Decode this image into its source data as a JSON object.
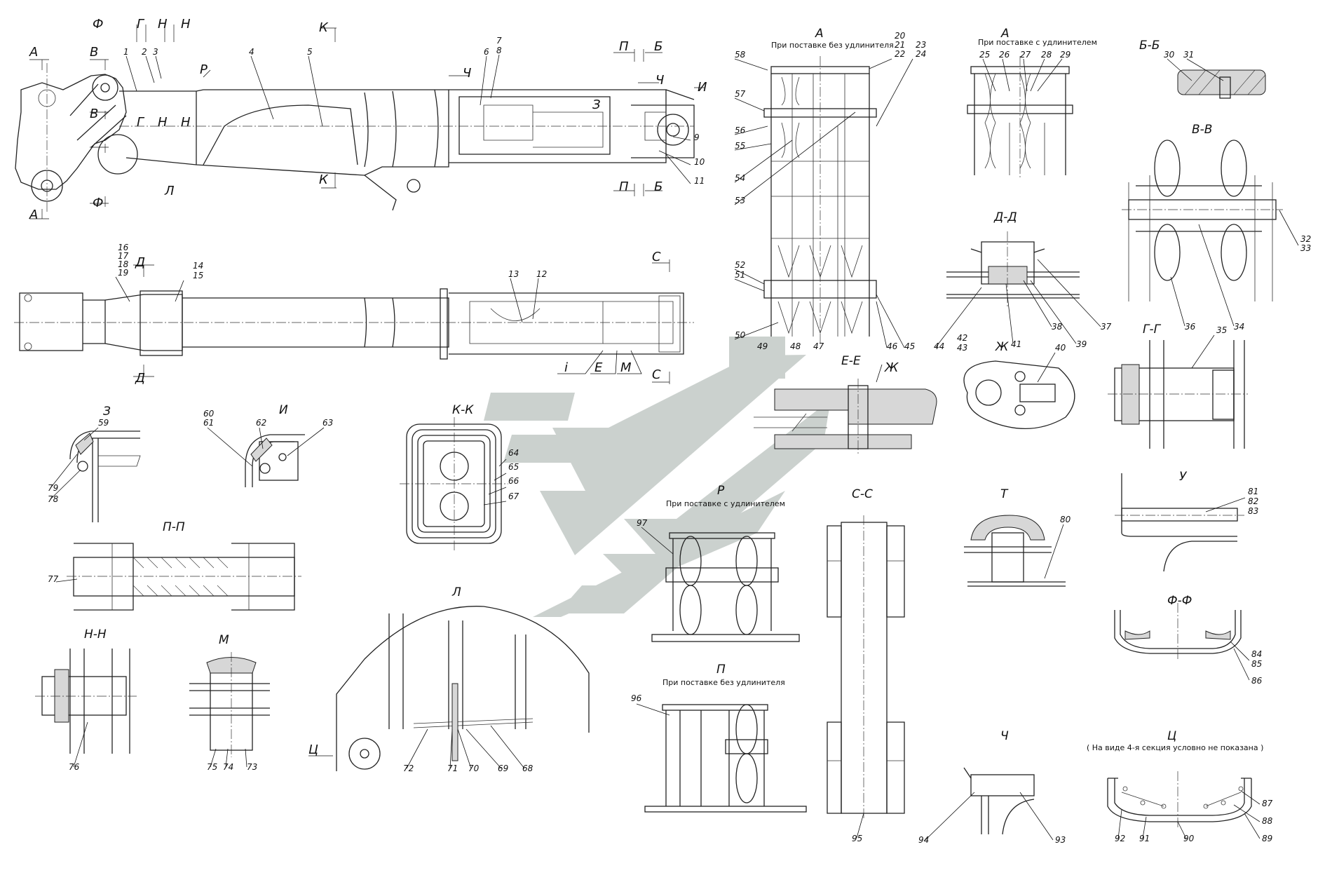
{
  "watermark": {
    "color": "#c9cfcc"
  },
  "main_view_markers": {
    "A_top": "А",
    "A_bottom": "А",
    "B_top": "В",
    "B_mid": "В",
    "F_top": "Ф",
    "F_bottom": "Ф",
    "G_top": "Г",
    "G_mid": "Г",
    "N1_top": "Н",
    "N2_top": "Н",
    "N1_mid": "Н",
    "N2_mid": "Н",
    "R": "Р",
    "K_top": "К",
    "K_bottom": "К",
    "P_top": "П",
    "P_bottom": "П",
    "B2_top": "Б",
    "B2_bottom": "Б",
    "CH1": "Ч",
    "CH2": "Ч",
    "I": "И",
    "Z": "З",
    "L": "Л",
    "D_top": "Д",
    "D_bottom": "Д",
    "S_top": "С",
    "S_bottom": "С",
    "i_lbl": "i",
    "E_lbl": "Е",
    "M_lbl": "М"
  },
  "main_view_numbers": [
    "1",
    "2",
    "3",
    "4",
    "5",
    "6",
    "7",
    "8",
    "9",
    "10",
    "11",
    "12",
    "13",
    "14",
    "15",
    "16",
    "17",
    "18",
    "19"
  ],
  "views": {
    "A_no_ext": {
      "title": "А",
      "subtitle": "При поставке без удлинителя",
      "numbers": [
        "58",
        "57",
        "56",
        "55",
        "54",
        "53",
        "52",
        "51",
        "50",
        "20",
        "21",
        "22",
        "23",
        "24",
        "45",
        "46",
        "47",
        "48",
        "49"
      ]
    },
    "A_ext": {
      "title": "А",
      "subtitle": "При поставке с удлинителем",
      "numbers": [
        "25",
        "26",
        "27",
        "28",
        "29"
      ]
    },
    "BB": {
      "title": "Б-Б",
      "numbers": [
        "30",
        "31"
      ]
    },
    "VV": {
      "title": "В-В",
      "numbers": [
        "32",
        "33",
        "34",
        "36"
      ]
    },
    "DD": {
      "title": "Д-Д",
      "numbers": [
        "37",
        "38",
        "39",
        "41",
        "42",
        "43",
        "44"
      ]
    },
    "ZH": {
      "title": "Ж",
      "numbers": [
        "40"
      ]
    },
    "GG": {
      "title": "Г-Г",
      "numbers": [
        "35"
      ]
    },
    "EE": {
      "title": "Е-Е",
      "marker": "Ж"
    },
    "Z": {
      "title": "З",
      "numbers": [
        "59",
        "78",
        "79"
      ]
    },
    "I": {
      "title": "И",
      "numbers": [
        "60",
        "61",
        "62",
        "63"
      ]
    },
    "KK": {
      "title": "К-К",
      "numbers": [
        "64",
        "65",
        "66",
        "67"
      ]
    },
    "PP": {
      "title": "П-П",
      "numbers": [
        "77"
      ]
    },
    "NN": {
      "title": "Н-Н",
      "numbers": [
        "76"
      ]
    },
    "M": {
      "title": "М",
      "numbers": [
        "73",
        "74",
        "75"
      ]
    },
    "L": {
      "title": "Л",
      "marker": "Ц",
      "numbers": [
        "68",
        "69",
        "70",
        "71",
        "72"
      ]
    },
    "R": {
      "title": "Р",
      "subtitle": "При поставке с удлинителем",
      "numbers": [
        "97"
      ]
    },
    "P": {
      "title": "П",
      "subtitle": "При поставке без удлинителя",
      "numbers": [
        "96"
      ]
    },
    "SS": {
      "title": "С-С",
      "numbers": [
        "95"
      ]
    },
    "T": {
      "title": "Т",
      "numbers": [
        "80"
      ]
    },
    "U": {
      "title": "У",
      "numbers": [
        "81",
        "82",
        "83"
      ]
    },
    "FF": {
      "title": "Ф-Ф",
      "numbers": [
        "84",
        "85",
        "86"
      ]
    },
    "CH": {
      "title": "Ч",
      "numbers": [
        "93",
        "94"
      ]
    },
    "TS": {
      "title": "Ц",
      "subtitle": "( На виде 4-я секция условно не показана )",
      "numbers": [
        "87",
        "88",
        "89",
        "90",
        "91",
        "92"
      ]
    }
  }
}
